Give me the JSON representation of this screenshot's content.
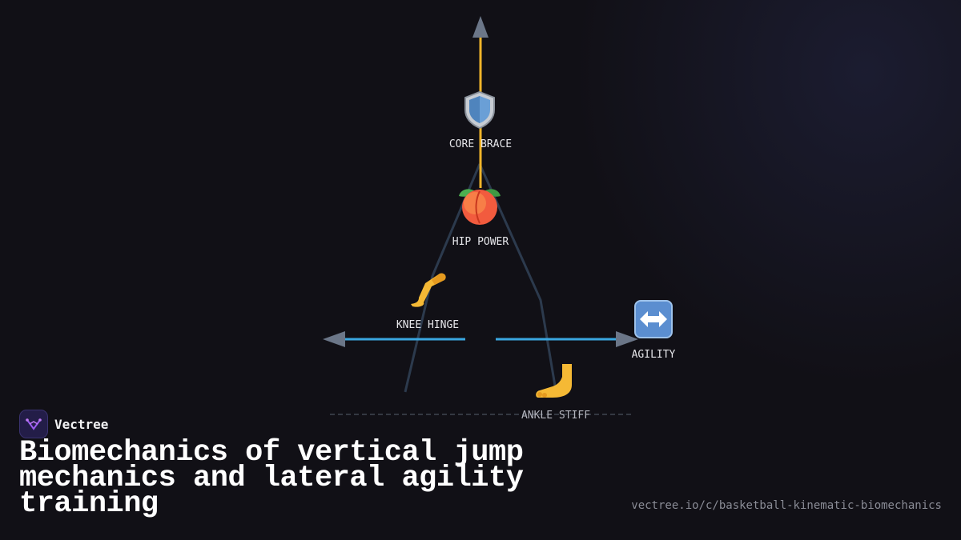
{
  "diagram": {
    "nodes": [
      {
        "id": "core",
        "label": "CORE BRACE",
        "icon": "shield-icon"
      },
      {
        "id": "hip",
        "label": "HIP POWER",
        "icon": "peach-icon"
      },
      {
        "id": "knee",
        "label": "KNEE HINGE",
        "icon": "leg-icon"
      },
      {
        "id": "ankle",
        "label": "ANKLE STIFF",
        "icon": "foot-icon"
      },
      {
        "id": "agility",
        "label": "AGILITY",
        "icon": "left-right-arrow-icon"
      }
    ],
    "colors": {
      "vertical_force": "#f0b429",
      "lateral_force": "#3aa7e0",
      "skeleton": "#2c3a4d",
      "arrowhead": "#6b7688",
      "ground": "#4a4f5c"
    }
  },
  "brand": {
    "name": "Vectree"
  },
  "title": "Biomechanics of vertical jump mechanics and lateral agility training",
  "url": "vectree.io/c/basketball-kinematic-biomechanics"
}
